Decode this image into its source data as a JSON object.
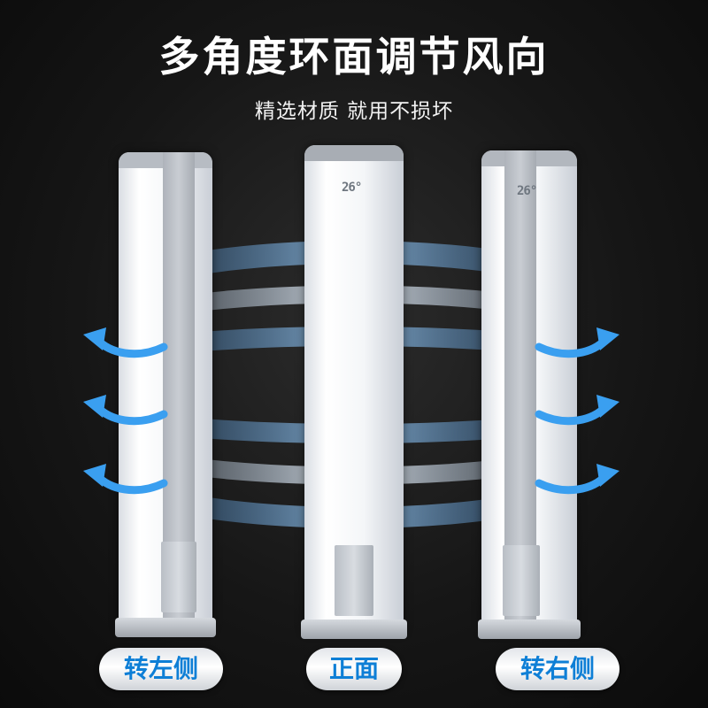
{
  "heading": {
    "title": "多角度环面调节风向",
    "subtitle": "精选材质 就用不损坏"
  },
  "units": [
    {
      "label": "转左侧",
      "display": ""
    },
    {
      "label": "正面",
      "display": "26°"
    },
    {
      "label": "转右侧",
      "display": "26°"
    }
  ],
  "colors": {
    "accent_blue": "#0e7fd6",
    "arrow_blue": "#3a9ff0",
    "background": "#141414"
  },
  "icons": [
    "arrow-left-icon",
    "arrow-right-icon"
  ]
}
